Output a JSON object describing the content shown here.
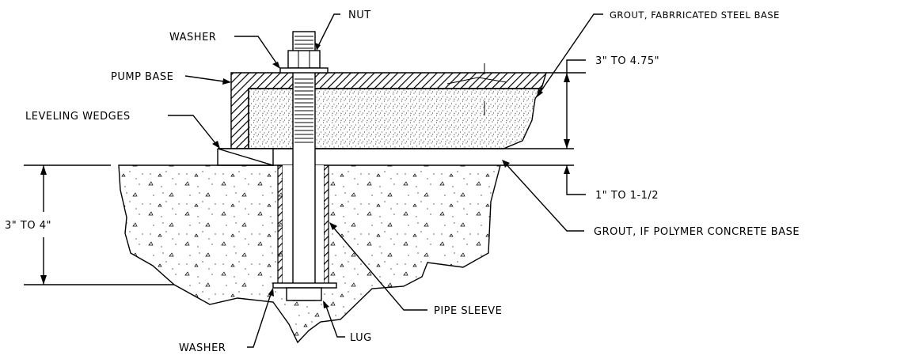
{
  "labels": {
    "nut": "NUT",
    "washer_top": "WASHER",
    "pump_base": "PUMP BASE",
    "leveling_wedges": "LEVELING WEDGES",
    "grout_steel": "GROUT, FABRRICATED STEEL BASE",
    "dim_top": "3\" TO 4.75\"",
    "dim_mid": "1\" TO 1-1/2",
    "grout_polymer": "GROUT, IF POLYMER CONCRETE BASE",
    "dim_left": "3\" TO 4\"",
    "pipe_sleeve": "PIPE SLEEVE",
    "washer_bottom": "WASHER",
    "lug": "LUG"
  },
  "colors": {
    "line": "#000000",
    "background": "#ffffff"
  }
}
